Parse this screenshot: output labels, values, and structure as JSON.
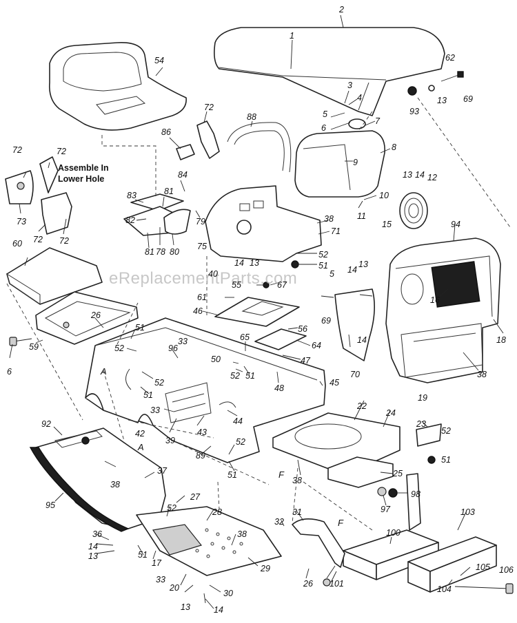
{
  "watermark": "eReplacementParts.com",
  "note": {
    "line1": "Assemble In",
    "line2": "Lower Hole"
  },
  "callouts": {
    "A1": "A",
    "A2": "A",
    "F1": "F",
    "F2": "F"
  },
  "labels": {
    "1": "1",
    "2": "2",
    "3": "3",
    "4": "4",
    "5": "5",
    "6": "6",
    "7": "7",
    "8": "8",
    "9": "9",
    "10": "10",
    "11": "11",
    "12": "12",
    "13": "13",
    "14": "14",
    "15": "15",
    "16": "16",
    "17": "17",
    "18": "18",
    "19": "19",
    "20": "20",
    "22": "22",
    "23": "23",
    "24": "24",
    "25": "25",
    "26": "26",
    "27": "27",
    "28": "28",
    "29": "29",
    "30": "30",
    "31": "31",
    "32": "32",
    "33": "33",
    "36": "36",
    "37": "37",
    "38": "38",
    "39": "39",
    "40": "40",
    "42": "42",
    "43": "43",
    "44": "44",
    "45": "45",
    "46": "46",
    "47": "47",
    "48": "48",
    "50": "50",
    "51": "51",
    "52": "52",
    "54": "54",
    "55": "55",
    "56": "56",
    "59": "59",
    "60": "60",
    "61": "61",
    "62": "62",
    "64": "64",
    "65": "65",
    "67": "67",
    "69": "69",
    "70": "70",
    "71": "71",
    "72": "72",
    "73": "73",
    "75": "75",
    "78": "78",
    "79": "79",
    "80": "80",
    "81": "81",
    "82": "82",
    "83": "83",
    "84": "84",
    "86": "86",
    "88": "88",
    "89": "89",
    "92": "92",
    "93": "93",
    "94": "94",
    "95": "95",
    "96": "96",
    "97": "97",
    "98": "98",
    "100": "100",
    "101": "101",
    "103": "103",
    "104": "104",
    "105": "105",
    "106": "106"
  }
}
